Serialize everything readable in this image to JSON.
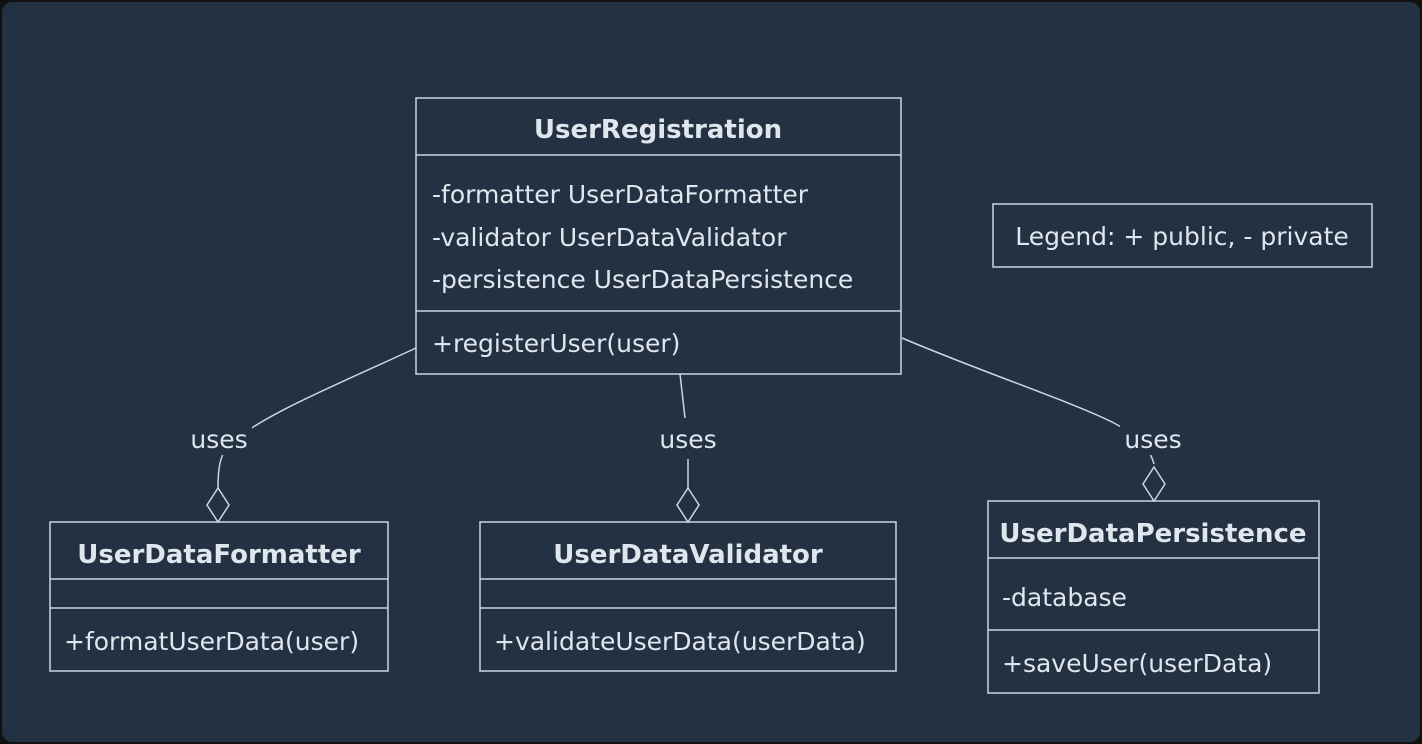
{
  "colors": {
    "background": "#233142",
    "stroke": "#cdd6e0",
    "text": "#dfe6ee"
  },
  "classes": {
    "registration": {
      "name": "UserRegistration",
      "attributes": [
        "-formatter UserDataFormatter",
        "-validator UserDataValidator",
        "-persistence UserDataPersistence"
      ],
      "methods": [
        "+registerUser(user)"
      ]
    },
    "formatter": {
      "name": "UserDataFormatter",
      "attributes": [],
      "methods": [
        "+formatUserData(user)"
      ]
    },
    "validator": {
      "name": "UserDataValidator",
      "attributes": [],
      "methods": [
        "+validateUserData(userData)"
      ]
    },
    "persistence": {
      "name": "UserDataPersistence",
      "attributes": [
        "-database"
      ],
      "methods": [
        "+saveUser(userData)"
      ]
    }
  },
  "relations": [
    {
      "from": "registration",
      "to": "formatter",
      "label": "uses",
      "type": "aggregation"
    },
    {
      "from": "registration",
      "to": "validator",
      "label": "uses",
      "type": "aggregation"
    },
    {
      "from": "registration",
      "to": "persistence",
      "label": "uses",
      "type": "aggregation"
    }
  ],
  "legend": "Legend: + public, - private"
}
